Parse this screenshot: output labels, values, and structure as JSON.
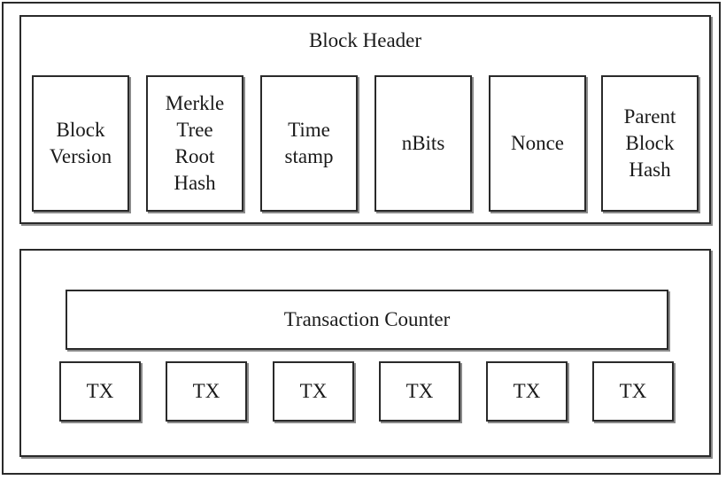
{
  "block_header": {
    "title": "Block Header",
    "fields": [
      "Block\nVersion",
      "Merkle\nTree\nRoot\nHash",
      "Time\nstamp",
      "nBits",
      "Nonce",
      "Parent\nBlock\nHash"
    ]
  },
  "block_body": {
    "counter_label": "Transaction Counter",
    "transactions": [
      "TX",
      "TX",
      "TX",
      "TX",
      "TX",
      "TX"
    ]
  }
}
